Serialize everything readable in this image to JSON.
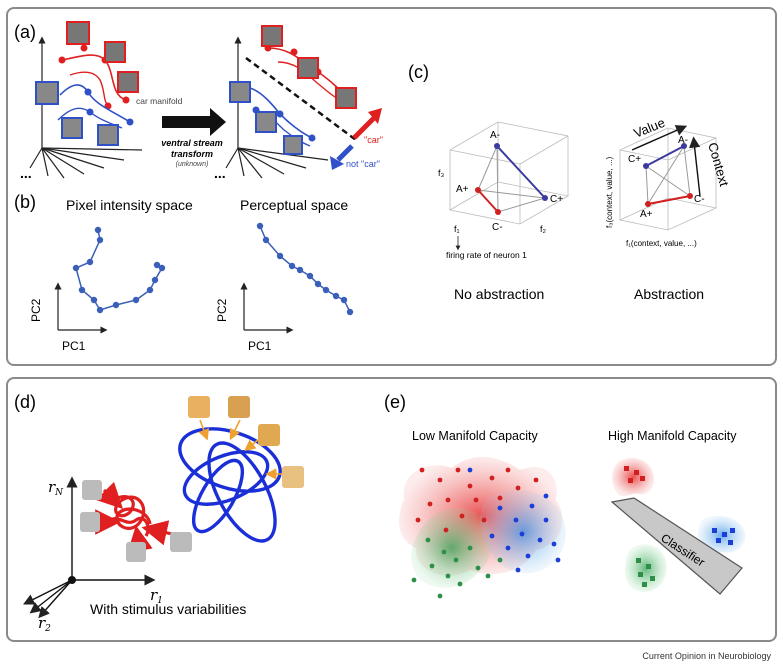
{
  "panels": {
    "a": {
      "label": "(a)",
      "car_manifold": "car manifold",
      "transform_line1": "ventral stream",
      "transform_line2": "transform",
      "transform_note": "(unknown)",
      "car": "\"car\"",
      "not_car": "not \"car\"",
      "ellipsis": "..."
    },
    "b": {
      "label": "(b)",
      "left_title": "Pixel intensity space",
      "right_title": "Perceptual space",
      "x_axis": "PC1",
      "y_axis": "PC2"
    },
    "c": {
      "label": "(c)",
      "left": {
        "caption": "No abstraction",
        "axis_f1": "f₁",
        "axis_f2": "f₂",
        "axis_f3": "f₃",
        "neuron_note": "firing rate of neuron 1",
        "points": [
          "A-",
          "A+",
          "C-",
          "C+"
        ]
      },
      "right": {
        "caption": "Abstraction",
        "axis_value": "Value",
        "axis_context": "Context",
        "axis_f1": "f₁(context, value, ...)",
        "axis_f3": "f₃(context, value, ...)",
        "points": [
          "A-",
          "C+",
          "A+",
          "C-"
        ]
      }
    },
    "d": {
      "label": "(d)",
      "axis_rN": "r",
      "axis_rN_sub": "N",
      "axis_r1": "r",
      "axis_r1_sub": "1",
      "axis_r2": "r",
      "axis_r2_sub": "2",
      "caption": "With stimulus variabilities"
    },
    "e": {
      "label": "(e)",
      "left_title": "Low Manifold Capacity",
      "right_title": "High Manifold Capacity",
      "classifier": "Classifier"
    }
  },
  "credit": "Current Opinion in Neurobiology",
  "colors": {
    "red": "#e02020",
    "blue": "#1a3fd8",
    "pc_blue": "#3a5fb8",
    "green": "#2ea04a",
    "orange": "#f0a030"
  }
}
